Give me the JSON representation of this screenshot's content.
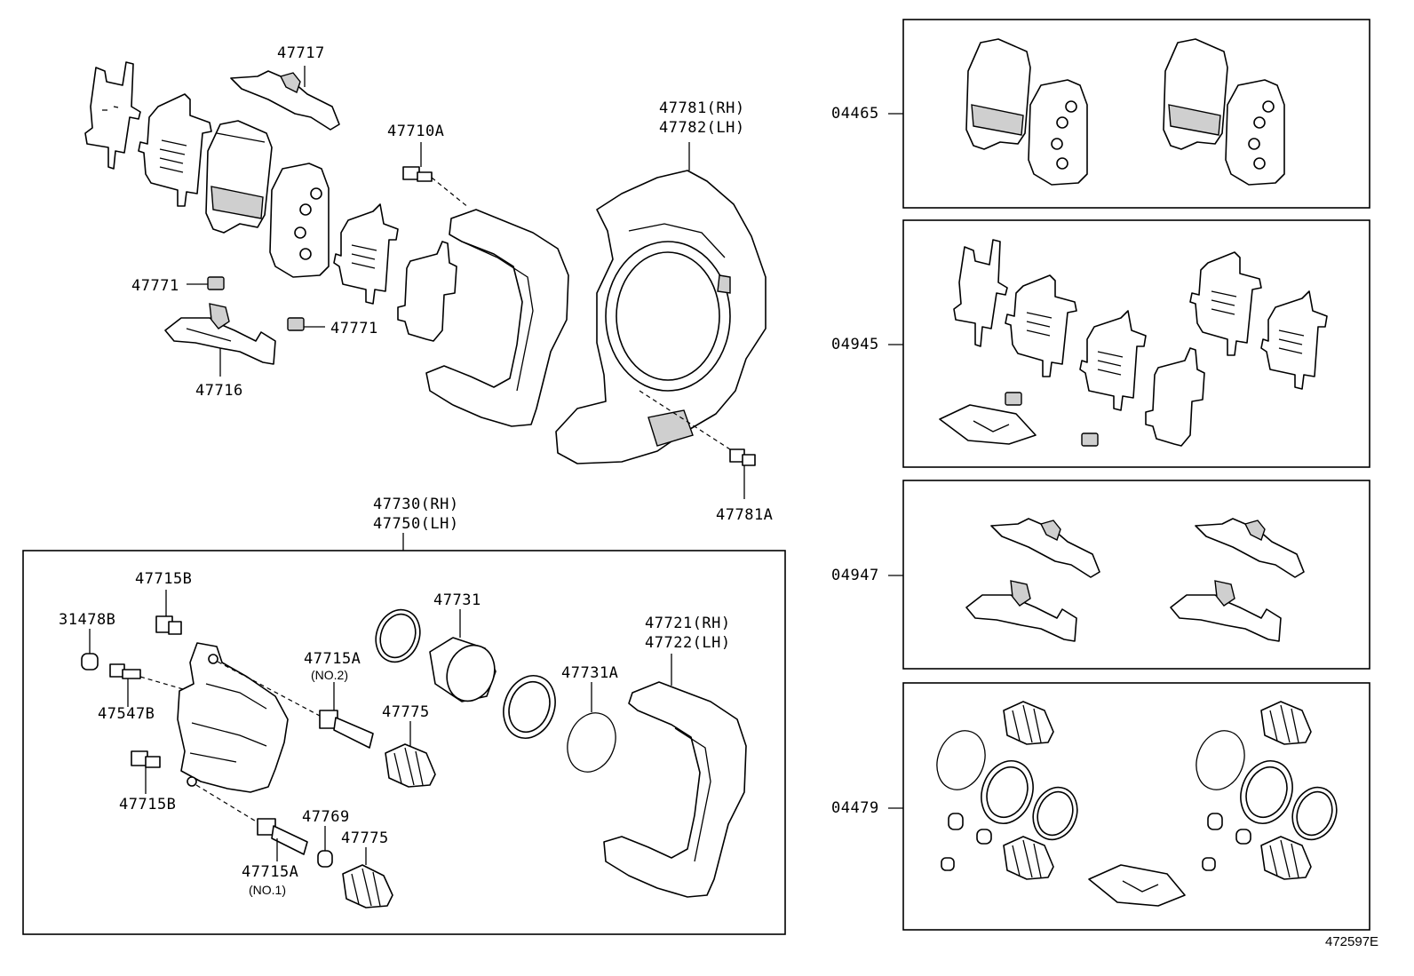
{
  "labels": {
    "p47717": "47717",
    "p47710A": "47710A",
    "p47781": "47781(RH)",
    "p47782": "47782(LH)",
    "p47771a": "47771",
    "p47771b": "47771",
    "p47716": "47716",
    "p47781A": "47781A",
    "p47730": "47730(RH)",
    "p47750": "47750(LH)",
    "p47715B_top": "47715B",
    "p31478B": "31478B",
    "p47547B": "47547B",
    "p47715B_bot": "47715B",
    "p47715A_2": "47715A",
    "p47715A_2_sub": "(NO.2)",
    "p47775a": "47775",
    "p47731": "47731",
    "p47731A": "47731A",
    "p47721": "47721(RH)",
    "p47722": "47722(LH)",
    "p47769": "47769",
    "p47775b": "47775",
    "p47715A_1": "47715A",
    "p47715A_1_sub": "(NO.1)",
    "k04465": "04465",
    "k04945": "04945",
    "k04947": "04947",
    "k04479": "04479"
  },
  "diagram_code": "472597E"
}
